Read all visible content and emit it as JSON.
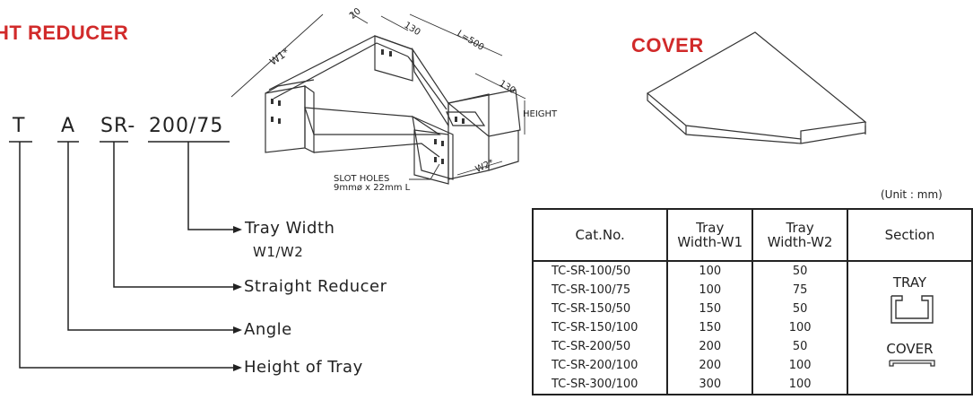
{
  "titles": {
    "left": "HT REDUCER",
    "right": "COVER"
  },
  "code": {
    "part1": "T",
    "part2": "A",
    "part3": "SR-",
    "part4": "200/75"
  },
  "legend": {
    "tray_width": "Tray Width",
    "tray_width_sub": "W1/W2",
    "straight_reducer": "Straight Reducer",
    "angle": "Angle",
    "height_of_tray": "Height of Tray"
  },
  "drawing_labels": {
    "w1": "W1*",
    "dim20": "20",
    "dim130a": "130",
    "l500": "L=500",
    "dim130b": "130",
    "height": "HEIGHT",
    "w2": "W2*",
    "slot_holes": "SLOT HOLES",
    "slot_size": "9mmø x 22mm L"
  },
  "unit": "(Unit : mm)",
  "table": {
    "headers": {
      "cat": "Cat.No.",
      "w1_line1": "Tray",
      "w1_line2": "Width-W1",
      "w2_line1": "Tray",
      "w2_line2": "Width-W2",
      "section": "Section"
    },
    "cat_numbers": [
      "TC-SR-100/50",
      "TC-SR-100/75",
      "TC-SR-150/50",
      "TC-SR-150/100",
      "TC-SR-200/50",
      "TC-SR-200/100",
      "TC-SR-300/100"
    ],
    "w1": [
      "100",
      "100",
      "150",
      "150",
      "200",
      "200",
      "300"
    ],
    "w2": [
      "50",
      "75",
      "50",
      "100",
      "50",
      "100",
      "100"
    ],
    "section_tray": "TRAY",
    "section_cover": "COVER"
  }
}
